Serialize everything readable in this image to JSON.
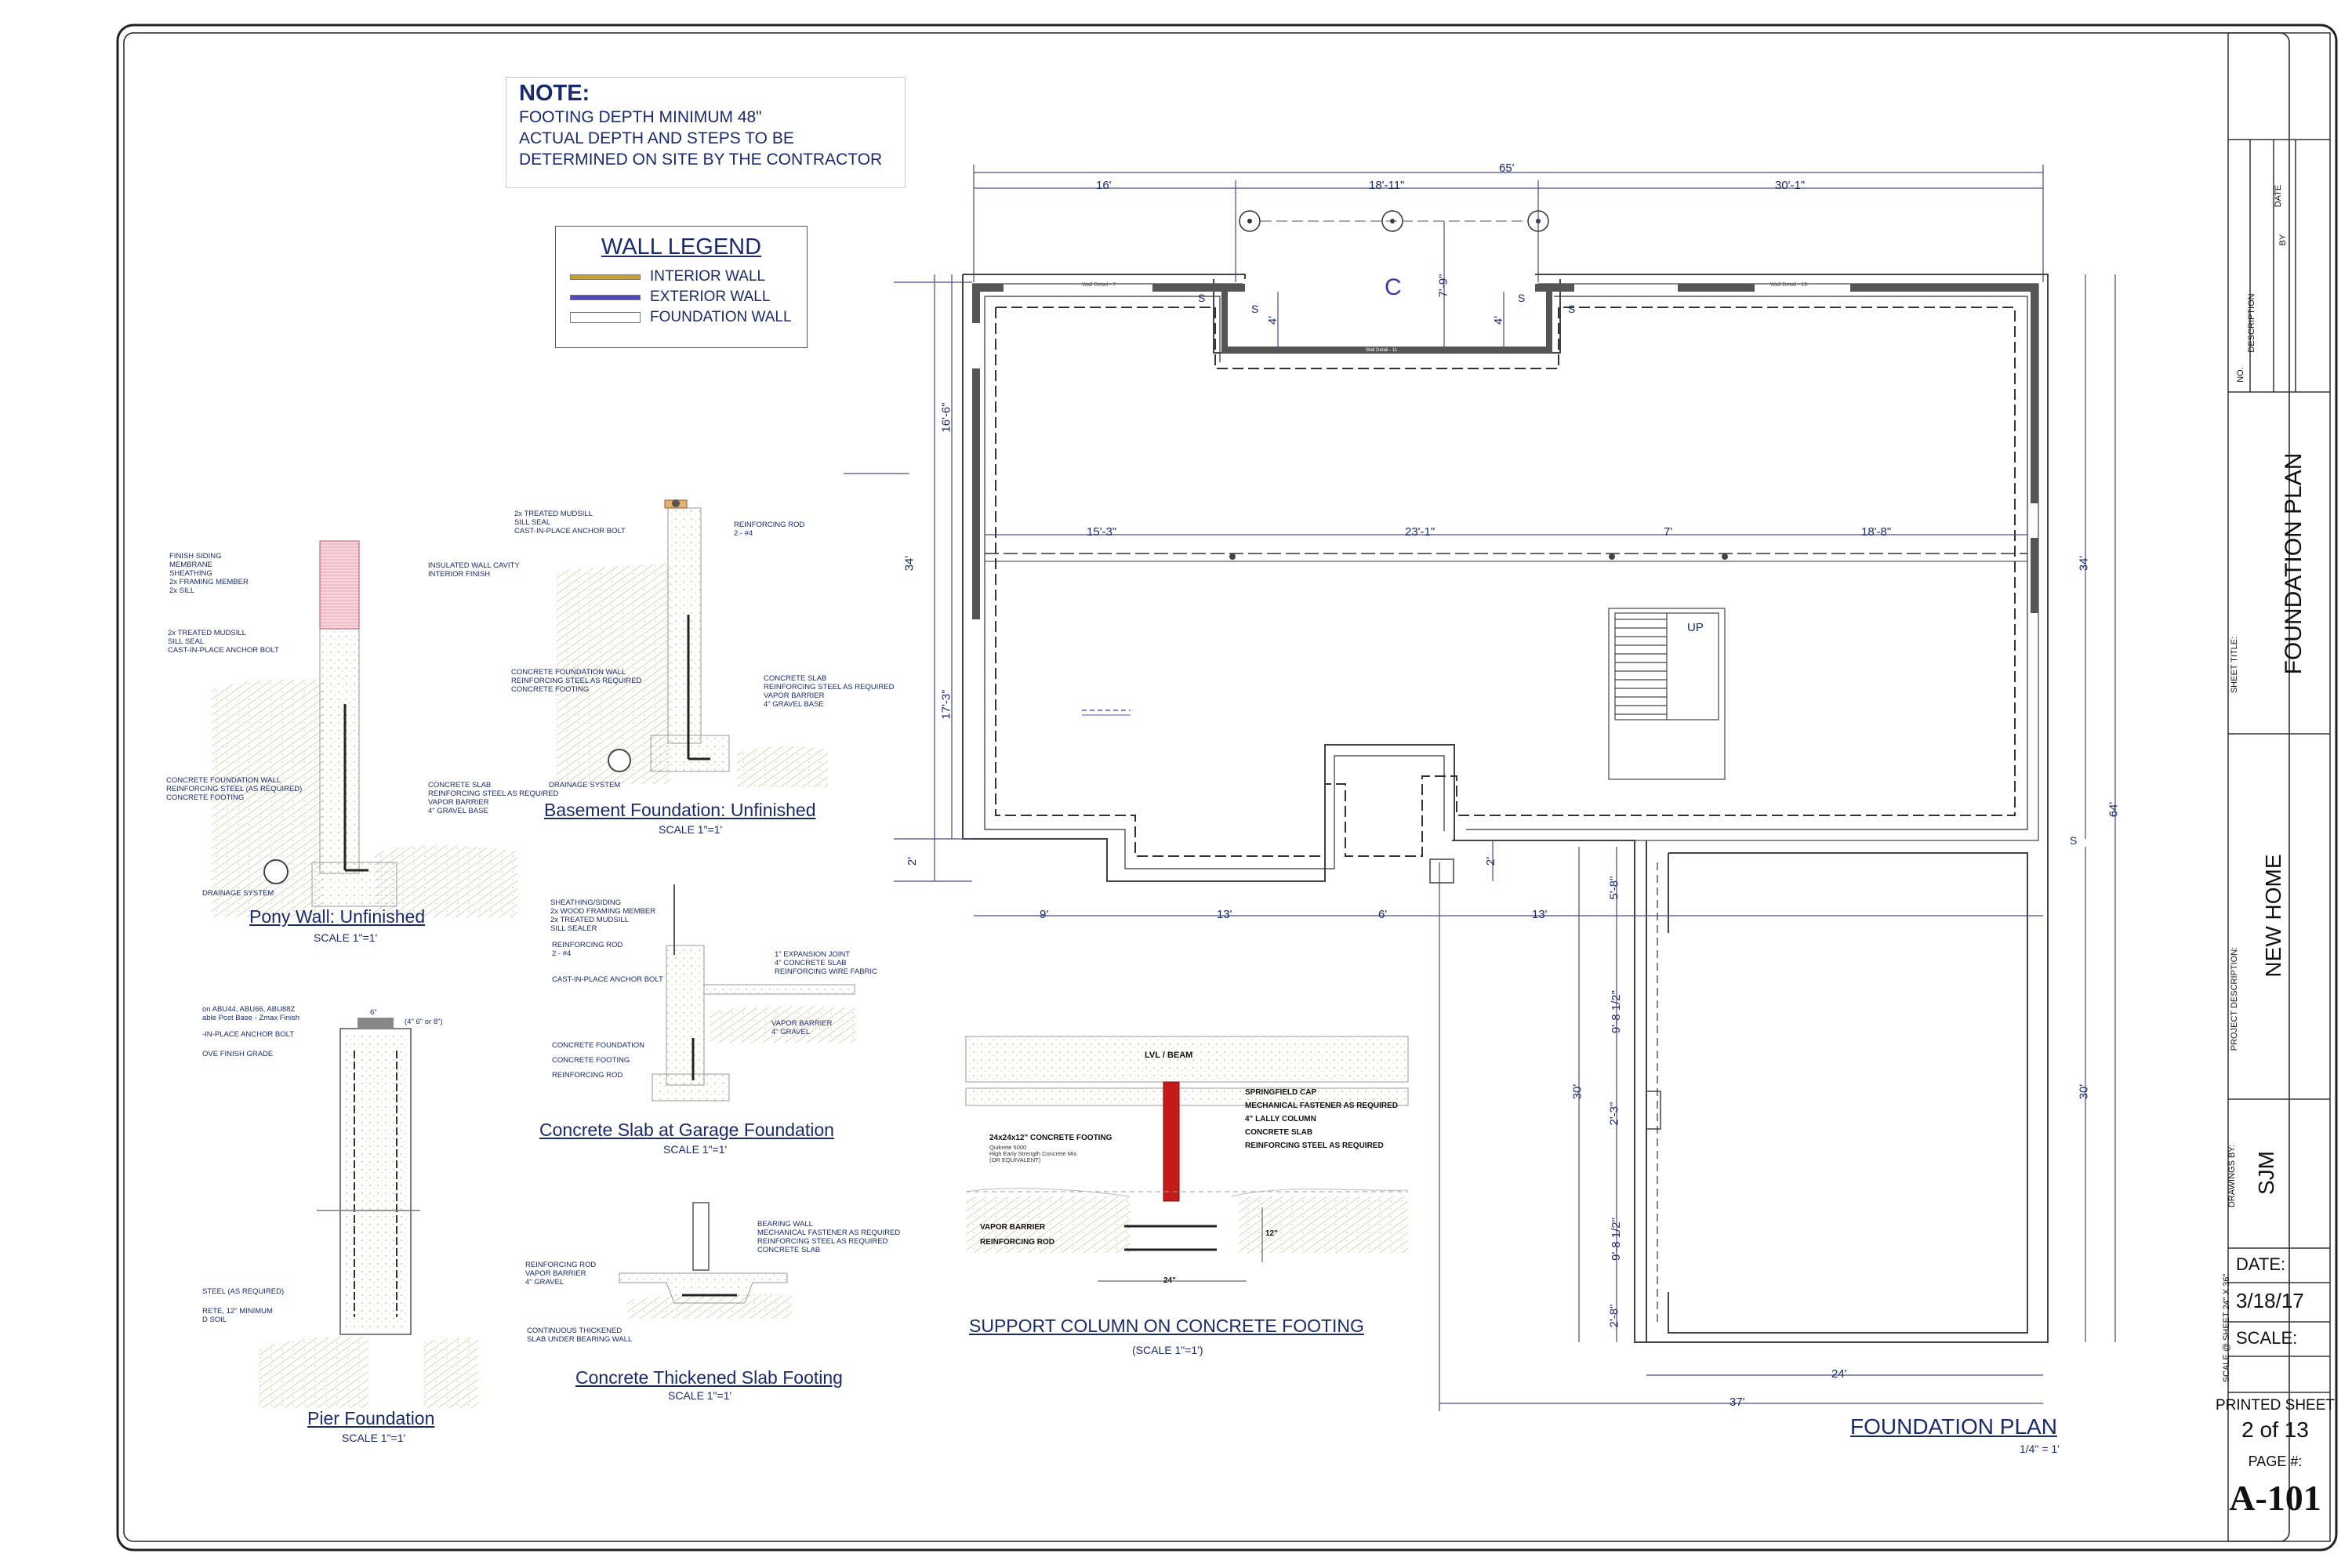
{
  "note": {
    "title": "NOTE:",
    "lines": [
      "FOOTING DEPTH MINIMUM 48\"",
      "ACTUAL DEPTH AND STEPS TO BE",
      "DETERMINED ON SITE BY THE CONTRACTOR"
    ]
  },
  "legend": {
    "title": "WALL LEGEND",
    "items": [
      {
        "label": "INTERIOR WALL",
        "color": "#c9a227"
      },
      {
        "label": "EXTERIOR WALL",
        "color": "#4b45c8"
      },
      {
        "label": "FOUNDATION WALL",
        "color": "#ffffff"
      }
    ]
  },
  "details": {
    "pony": {
      "title": "Pony Wall: Unfinished",
      "scale": "SCALE 1\"=1'",
      "labels_left": [
        "FINISH SIDING",
        "MEMBRANE",
        "SHEATHING",
        "2x FRAMING MEMBER",
        "2x SILL"
      ],
      "labels_mid": [
        "2x TREATED MUDSILL",
        "SILL SEAL",
        "CAST-IN-PLACE ANCHOR BOLT"
      ],
      "labels_right": [
        "INSULATED WALL CAVITY",
        "INTERIOR FINISH"
      ],
      "labels_low_left": [
        "CONCRETE FOUNDATION WALL",
        "REINFORCING STEEL (AS REQUIRED)",
        "CONCRETE FOOTING"
      ],
      "labels_low_right": [
        "CONCRETE SLAB",
        "REINFORCING STEEL AS REQUIRED",
        "VAPOR BARRIER",
        "4\" GRAVEL BASE"
      ],
      "drain": "DRAINAGE SYSTEM"
    },
    "basement": {
      "title": "Basement Foundation: Unfinished",
      "scale": "SCALE 1\"=1'",
      "labels_top": [
        "2x TREATED MUDSILL",
        "SILL SEAL",
        "CAST-IN-PLACE ANCHOR BOLT"
      ],
      "labels_rod": [
        "REINFORCING ROD",
        "2 - #4"
      ],
      "labels_left": [
        "CONCRETE FOUNDATION WALL",
        "REINFORCING STEEL AS REQUIRED",
        "CONCRETE FOOTING"
      ],
      "labels_right": [
        "CONCRETE SLAB",
        "REINFORCING STEEL AS REQUIRED",
        "VAPOR BARRIER",
        "4\" GRAVEL BASE"
      ],
      "drain": "DRAINAGE SYSTEM"
    },
    "pier": {
      "title": "Pier Foundation",
      "scale": "SCALE 1\"=1'",
      "labels_left": [
        "on ABU44, ABU66, ABU88Z",
        "able Post Base - Zmax Finish",
        "-IN-PLACE ANCHOR BOLT",
        "OVE FINISH GRADE"
      ],
      "dim_top": "6\"",
      "dim_side": "(4\" 6\" or 8\")",
      "labels_low": [
        "STEEL (AS REQUIRED)",
        "RETE, 12\" MINIMUM",
        "D SOIL"
      ]
    },
    "garage": {
      "title": "Concrete Slab at Garage Foundation",
      "scale": "SCALE 1\"=1'",
      "labels_top": [
        "SHEATHING/SIDING",
        "2x WOOD FRAMING MEMBER",
        "2x TREATED MUDSILL",
        "SILL SEALER"
      ],
      "labels_rod": [
        "REINFORCING ROD",
        "2 - #4"
      ],
      "labels_right": [
        "1\" EXPANSION JOINT",
        "4\" CONCRETE SLAB",
        "REINFORCING WIRE FABRIC"
      ],
      "anchor": "CAST-IN-PLACE ANCHOR BOLT",
      "labels_vb": [
        "VAPOR BARRIER",
        "4\" GRAVEL"
      ],
      "labels_low": [
        "CONCRETE FOUNDATION",
        "CONCRETE FOOTING",
        "REINFORCING ROD"
      ]
    },
    "thick": {
      "title": "Concrete Thickened Slab Footing",
      "scale": "SCALE 1\"=1'",
      "labels_right": [
        "BEARING WALL",
        "MECHANICAL FASTENER AS REQUIRED",
        "REINFORCING STEEL AS REQUIRED",
        "CONCRETE SLAB"
      ],
      "labels_left": [
        "REINFORCING ROD",
        "VAPOR BARRIER",
        "4\" GRAVEL"
      ],
      "labels_low": [
        "CONTINUOUS THICKENED",
        "SLAB UNDER BEARING WALL"
      ]
    },
    "column": {
      "title": "SUPPORT COLUMN ON CONCRETE FOOTING",
      "scale": "(SCALE 1\"=1')",
      "beam": "LVL / BEAM",
      "labels_right": [
        "SPRINGFIELD CAP",
        "MECHANICAL FASTENER AS REQUIRED",
        "4\" LALLY COLUMN",
        "CONCRETE SLAB",
        "REINFORCING STEEL AS REQUIRED"
      ],
      "footing": "24x24x12\" CONCRETE FOOTING",
      "footing_sub": [
        "Quikrete 5000",
        "High Early Strength Concrete Mix",
        "(OR EQUIVALENT)"
      ],
      "labels_left": [
        "VAPOR BARRIER",
        "REINFORCING ROD"
      ],
      "dim_h": "12\"",
      "dim_w": "24\""
    }
  },
  "plan": {
    "title": "FOUNDATION PLAN",
    "scale": "1/4\" = 1'",
    "dims_top": {
      "overall": "65'",
      "a": "16'",
      "b": "18'-11\"",
      "c": "30'-1\""
    },
    "dims_mid": [
      "15'-3\"",
      "23'-1\"",
      "7'",
      "18'-8\""
    ],
    "dims_bottom": [
      "9'",
      "13'",
      "6'",
      "13'"
    ],
    "dim_24": "24'",
    "dim_37": "37'",
    "dims_left": {
      "overall": "34'",
      "a": "16'-6\"",
      "b": "17'-3\"",
      "c": "2'"
    },
    "dims_right": {
      "top": "34'",
      "overall": "64'",
      "bottom": "30'"
    },
    "dims_garage": [
      "5'-8\"",
      "9'-8 1/2\"",
      "2'-3\"",
      "9'-8 1/2\"",
      "2'-8\""
    ],
    "dim_garage_left": "30'",
    "dims_bay": [
      "4'",
      "7'-9\"",
      "4'"
    ],
    "dim_step": "2'",
    "bay_letter": "C",
    "wall_details": [
      "Wall Detail - 7",
      "Wall Detail - 19",
      "Wall Detail - 11"
    ],
    "stair": "UP",
    "s_marks": [
      "S",
      "S",
      "S",
      "S",
      "S"
    ]
  },
  "titleblock": {
    "rev_headers": [
      "NO.",
      "DESCRIPTION",
      "BY",
      "DATE"
    ],
    "sheet_title_label": "SHEET TITLE:",
    "sheet_title": "FOUNDATION PLAN",
    "project_label": "PROJECT DESCRIPTION:",
    "project": "NEW HOME",
    "drawings_label": "DRAWINGS BY:",
    "drawn_by": "SJM",
    "date_label": "DATE:",
    "date": "3/18/17",
    "scale_label": "SCALE:",
    "scale_note": "SCALE @ SHEET 24\" X 36\"",
    "printed_label": "PRINTED SHEET",
    "printed": "2 of 13",
    "page_label": "PAGE #:",
    "page": "A-101"
  }
}
